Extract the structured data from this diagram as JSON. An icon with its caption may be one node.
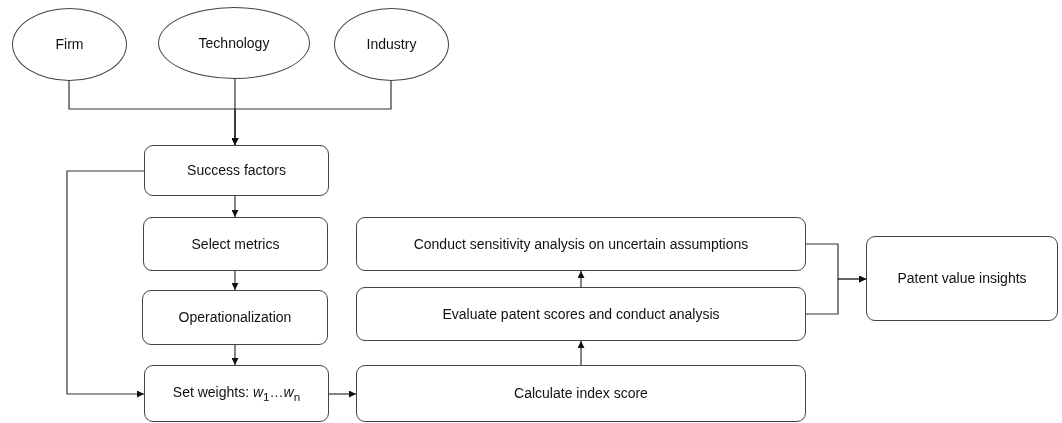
{
  "diagram": {
    "nodes": [
      {
        "text": [
          "Firm"
        ]
      },
      {
        "text": [
          "Technology"
        ]
      },
      {
        "text": [
          "Industry"
        ]
      },
      {
        "text": [
          "Success factors"
        ]
      },
      {
        "text": [
          "Select metrics"
        ]
      },
      {
        "text": [
          "Operationalization"
        ]
      },
      {
        "text": [
          "Set weights: *w*$_{1}$…*w*$_{n}$"
        ]
      },
      {
        "text": [
          "Conduct sensitivity analysis on uncertain assumptions"
        ]
      },
      {
        "text": [
          "Evaluate patent scores and conduct analysis"
        ]
      },
      {
        "text": [
          "Calculate index score"
        ]
      },
      {
        "text": [
          "Patent value insights"
        ]
      }
    ],
    "edges": [
      {
        "from": 0,
        "to": 3,
        "arrow": "to"
      },
      {
        "from": 1,
        "to": 3,
        "arrow": "to"
      },
      {
        "from": 2,
        "to": 3,
        "arrow": "to"
      },
      {
        "from": 3,
        "to": 4,
        "arrow": "to"
      },
      {
        "from": 4,
        "to": 5,
        "arrow": "to"
      },
      {
        "from": 5,
        "to": 6,
        "arrow": "to"
      },
      {
        "from": 3,
        "to": 6,
        "arrow": "to"
      },
      {
        "from": 6,
        "to": 9,
        "arrow": "to"
      },
      {
        "from": 9,
        "to": 8,
        "arrow": "to"
      },
      {
        "from": 8,
        "to": 7,
        "arrow": "to"
      },
      {
        "from": 7,
        "to": 10,
        "arrow": "to"
      },
      {
        "from": 8,
        "to": 10,
        "arrow": "to"
      }
    ]
  }
}
